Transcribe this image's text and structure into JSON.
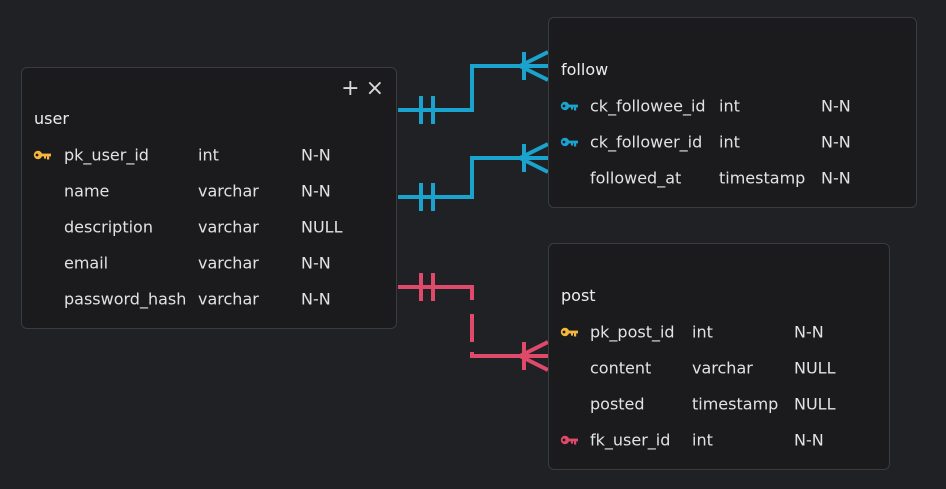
{
  "colors": {
    "pk_key": "#f4b73e",
    "ck_key": "#1aa3cc",
    "fk_key": "#e04a6a",
    "rel_user_follow": "#1aa3cc",
    "rel_user_post": "#e04a6a"
  },
  "user": {
    "name": "user",
    "actions": {
      "add": "+",
      "close": "×"
    },
    "rows": [
      {
        "key": "pk",
        "name": "pk_user_id",
        "type": "int",
        "nullable": "N-N"
      },
      {
        "key": "",
        "name": "name",
        "type": "varchar",
        "nullable": "N-N"
      },
      {
        "key": "",
        "name": "description",
        "type": "varchar",
        "nullable": "NULL"
      },
      {
        "key": "",
        "name": "email",
        "type": "varchar",
        "nullable": "N-N"
      },
      {
        "key": "",
        "name": "password_hash",
        "type": "varchar",
        "nullable": "N-N"
      }
    ]
  },
  "follow": {
    "name": "follow",
    "rows": [
      {
        "key": "ck",
        "name": "ck_followee_id",
        "type": "int",
        "nullable": "N-N"
      },
      {
        "key": "ck",
        "name": "ck_follower_id",
        "type": "int",
        "nullable": "N-N"
      },
      {
        "key": "",
        "name": "followed_at",
        "type": "timestamp",
        "nullable": "N-N"
      }
    ]
  },
  "post": {
    "name": "post",
    "rows": [
      {
        "key": "pk",
        "name": "pk_post_id",
        "type": "int",
        "nullable": "N-N"
      },
      {
        "key": "",
        "name": "content",
        "type": "varchar",
        "nullable": "NULL"
      },
      {
        "key": "",
        "name": "posted",
        "type": "timestamp",
        "nullable": "NULL"
      },
      {
        "key": "fk",
        "name": "fk_user_id",
        "type": "int",
        "nullable": "N-N"
      }
    ]
  },
  "relationships": [
    {
      "from": "user.pk_user_id",
      "to": "follow.ck_followee_id",
      "from_cardinality": "one-and-only-one",
      "to_cardinality": "one-or-many",
      "style": "solid"
    },
    {
      "from": "user.pk_user_id",
      "to": "follow.ck_follower_id",
      "from_cardinality": "one-and-only-one",
      "to_cardinality": "one-or-many",
      "style": "solid"
    },
    {
      "from": "user.pk_user_id",
      "to": "post.fk_user_id",
      "from_cardinality": "one-and-only-one",
      "to_cardinality": "one-or-many",
      "style": "dashed"
    }
  ]
}
